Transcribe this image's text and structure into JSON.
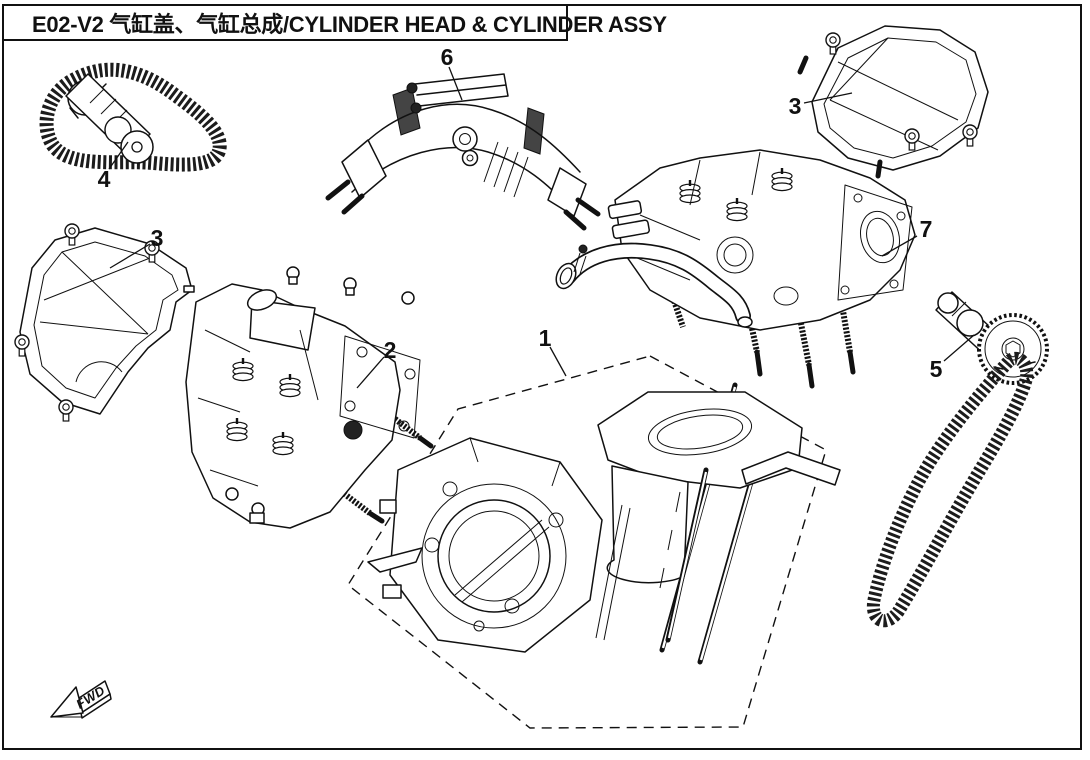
{
  "title": {
    "full": "E02-V2 气缸盖、气缸总成/CYLINDER HEAD & CYLINDER ASSY",
    "code": "E02-V2",
    "chinese": "气缸盖、气缸总成",
    "english": "CYLINDER HEAD & CYLINDER ASSY"
  },
  "direction_marker": {
    "label": "FWD"
  },
  "callouts": [
    {
      "number": "1",
      "part": "cylinder-block-assembly"
    },
    {
      "number": "2",
      "part": "cylinder-head-assembly-front"
    },
    {
      "number": "3",
      "part": "cylinder-head-cover-front"
    },
    {
      "number": "3",
      "part": "cylinder-head-cover-rear"
    },
    {
      "number": "4",
      "part": "camshaft-assembly-front-with-timing-chain"
    },
    {
      "number": "5",
      "part": "camshaft-assembly-rear-with-timing-chain"
    },
    {
      "number": "6",
      "part": "intake-manifold-pipe"
    },
    {
      "number": "7",
      "part": "cylinder-head-assembly-rear"
    }
  ],
  "colors": {
    "ink": "#111111",
    "background": "#ffffff"
  }
}
